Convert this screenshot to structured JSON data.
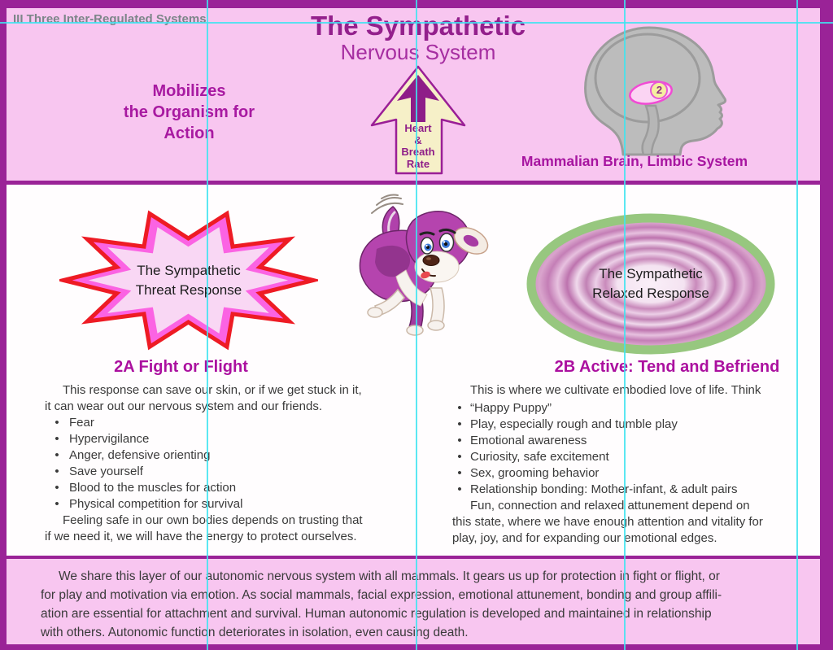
{
  "slide": {
    "label": "III  Three Inter-Regulated Systems",
    "title": "The Sympathetic",
    "subtitle": "Nervous System",
    "mobilizes": "Mobilizes\nthe Organism for\nAction",
    "arrow_label": "Heart\n&\nBreath\nRate",
    "brain_badge": "2",
    "brain_caption": "Mammalian Brain, Limbic System"
  },
  "threat": {
    "title": "The Sympathetic\nThreat Response"
  },
  "relaxed": {
    "title": "The Sympathetic\nRelaxed Response"
  },
  "left_column": {
    "heading": "2A  Fight or Flight",
    "intro": "This response can save our skin, or if we get stuck in it,\nit can wear out our nervous system and our friends.",
    "bullets": [
      "Fear",
      "Hypervigilance",
      "Anger, defensive orienting",
      "Save yourself",
      "Blood to the muscles for action",
      "Physical competition for survival"
    ],
    "outro": "Feeling safe in our own bodies depends on trusting that\nif we need it, we will have the energy to protect ourselves."
  },
  "right_column": {
    "heading": "2B  Active: Tend and Befriend",
    "intro": "This is where we cultivate embodied love of life.  Think",
    "bullets": [
      "“Happy Puppy”",
      "Play, especially rough and tumble play",
      "Emotional awareness",
      "Curiosity, safe excitement",
      "Sex, grooming behavior",
      "Relationship bonding: Mother-infant, & adult pairs"
    ],
    "outro": "Fun, connection and relaxed attunement depend on\nthis state, where we have enough attention and vitality for\nplay, joy, and for expanding our emotional edges."
  },
  "footer": {
    "paragraph": "We share this layer of our autonomic nervous system with all mammals. It gears us up for protection in fight or flight, or\nfor play and motivation via emotion. As social mammals, facial expression, emotional attunement, bonding and group affili-\nation are essential for attachment and survival.  Human autonomic regulation is developed and maintained in relationship\nwith others. Autonomic function deteriorates in isolation, even causing death."
  },
  "colors": {
    "frame_border": "#9a2397",
    "band_pink": "#f8c6f0",
    "accent_magenta": "#a81aa1",
    "title_magenta": "#93208c",
    "gray_label": "#7c8689",
    "guide_cyan": "#3ee4f0",
    "star_outline_red": "#ee1b24",
    "star_band_pink": "#fb63e3",
    "star_fill_pink": "#f9d7f4",
    "ellipse_ring_green": "#97c77f",
    "ellipse_ripple_pink": "#c181b4",
    "arrow_cream": "#f6f0c8",
    "arrow_purple": "#8e1d88",
    "body_text": "#3a3a3a"
  }
}
